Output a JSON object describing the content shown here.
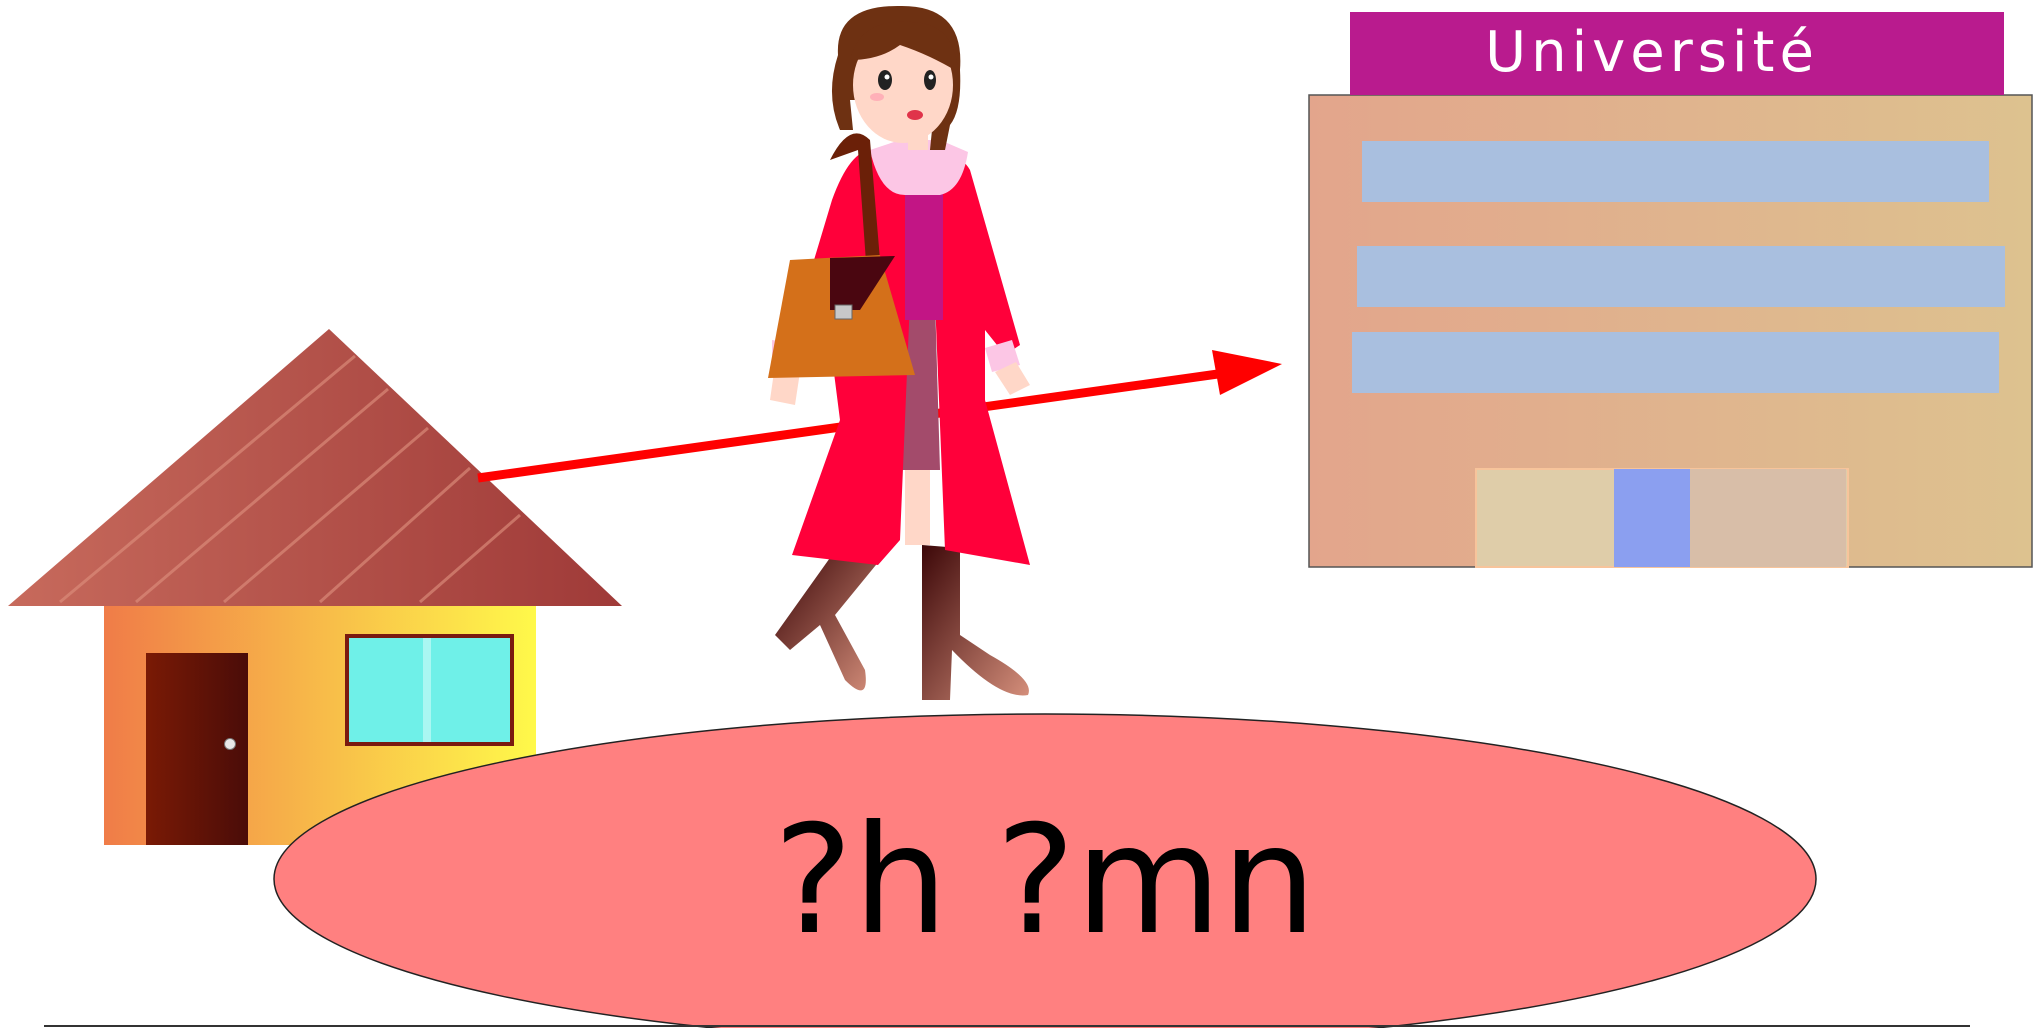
{
  "university": {
    "sign_text": "Université",
    "sign_color": "#b91b8e"
  },
  "time_bubble": {
    "text": "?h ?mn",
    "fill_color": "#ff8080"
  },
  "arrow": {
    "color": "#ff0000",
    "meaning": "home-to-university"
  },
  "house": {
    "roof_color": "#b4514c",
    "window_color": "#6ff0e8"
  },
  "student": {
    "coat_color": "#ff003a",
    "bag_color": "#d4701a"
  }
}
